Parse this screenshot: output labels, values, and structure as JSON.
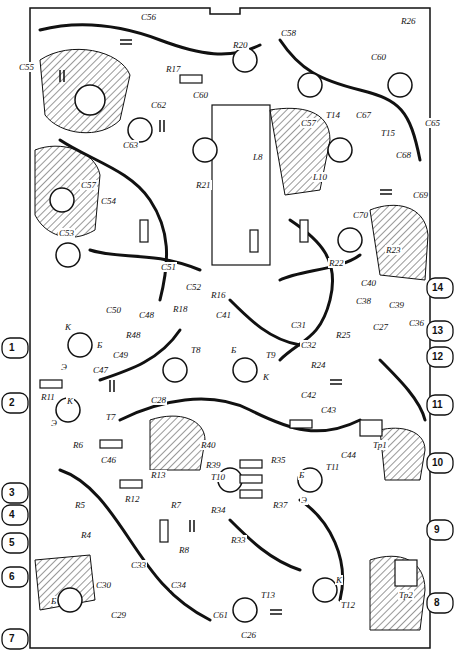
{
  "diagram": {
    "labels": [
      "1",
      "2",
      "3",
      "4",
      "5",
      "6",
      "7",
      "14",
      "13",
      "12",
      "11",
      "10",
      "9",
      "8",
      "C55",
      "C56",
      "R17",
      "C60",
      "C58",
      "R26",
      "C60",
      "C57",
      "C65",
      "T15",
      "T14",
      "L10",
      "C67",
      "C68",
      "C69",
      "C70",
      "L8",
      "C53",
      "C54",
      "C57",
      "C52",
      "R16",
      "R18",
      "C51",
      "C50",
      "R48",
      "R23",
      "R22",
      "C38",
      "C39",
      "C40",
      "C36",
      "C27",
      "K",
      "Э",
      "Б",
      "C49",
      "C48",
      "C47",
      "R11",
      "C46",
      "R12",
      "R13",
      "R7",
      "R8",
      "R6",
      "R5",
      "R4",
      "C41",
      "C42",
      "C43",
      "C44",
      "R40",
      "R39",
      "R35",
      "R37",
      "R34",
      "R33",
      "C34",
      "C33",
      "C31",
      "C32",
      "R24",
      "R25",
      "C28",
      "T7",
      "T8",
      "T9",
      "T10",
      "T11",
      "T12",
      "T13",
      "Тр1",
      "Тр2",
      "C26",
      "C29",
      "C30",
      "Б",
      "К",
      "Э",
      "Б",
      "К",
      "Б",
      "Э",
      "К",
      "C61",
      "C62",
      "C63",
      "R20",
      "R21"
    ]
  }
}
